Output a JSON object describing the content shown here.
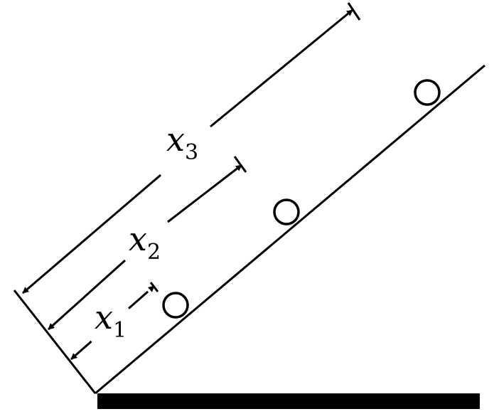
{
  "labels": {
    "x1": {
      "symbol": "x",
      "subscript": "1"
    },
    "x2": {
      "symbol": "x",
      "subscript": "2"
    },
    "x3": {
      "symbol": "x",
      "subscript": "3"
    }
  },
  "colors": {
    "ink": "#000000",
    "background": "#ffffff"
  }
}
